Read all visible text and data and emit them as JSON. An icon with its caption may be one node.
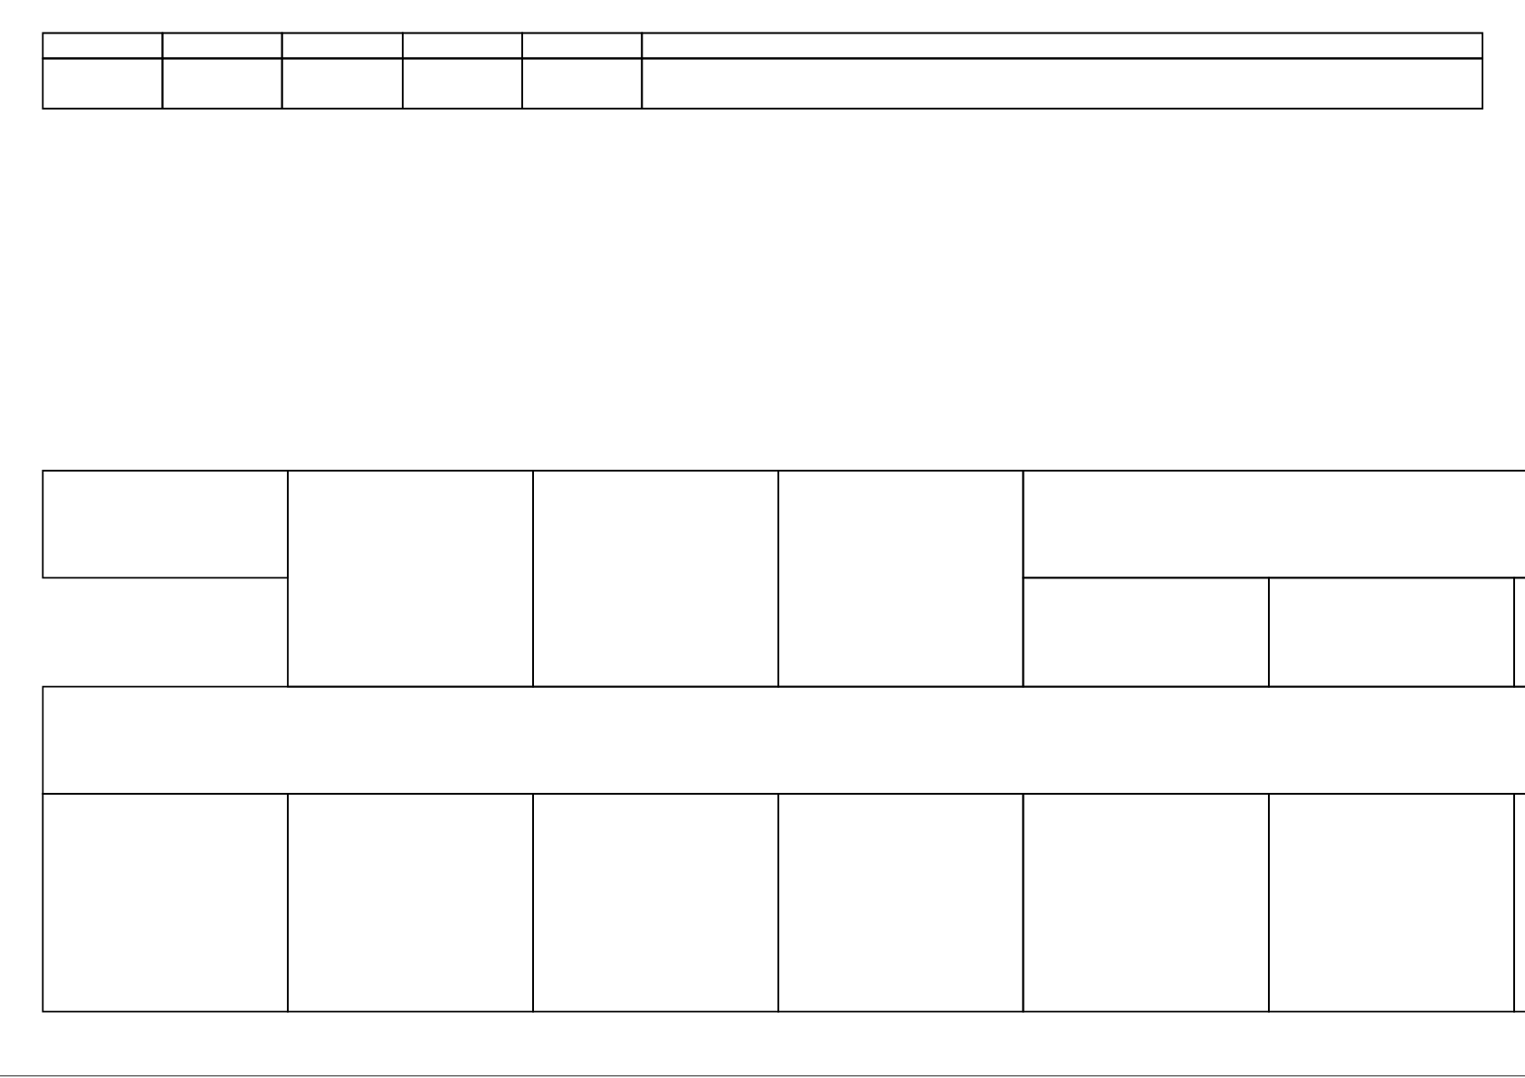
{
  "diagram": {
    "nodes": [
      {
        "text": [],
        "shape": "box"
      },
      {
        "text": [],
        "shape": "box"
      },
      {
        "text": [],
        "shape": "box"
      },
      {
        "text": [],
        "shape": "box"
      },
      {
        "text": [],
        "shape": "box"
      },
      {
        "text": [],
        "shape": "box"
      },
      {
        "text": [],
        "shape": "box"
      },
      {
        "text": [],
        "shape": "box"
      },
      {
        "text": [],
        "shape": "box"
      },
      {
        "text": [],
        "shape": "box"
      },
      {
        "text": [],
        "shape": "box"
      },
      {
        "text": [],
        "shape": "box"
      },
      {
        "text": [],
        "shape": "box"
      },
      {
        "text": [],
        "shape": "box"
      },
      {
        "text": [],
        "shape": "box"
      },
      {
        "text": [],
        "shape": "box"
      },
      {
        "text": [],
        "shape": "box"
      },
      {
        "text": [],
        "shape": "box"
      },
      {
        "text": [],
        "shape": "box"
      },
      {
        "text": [],
        "shape": "box"
      },
      {
        "text": [],
        "shape": "box"
      },
      {
        "text": [],
        "shape": "box"
      },
      {
        "text": [],
        "shape": "box"
      },
      {
        "text": [],
        "shape": "box"
      },
      {
        "text": [],
        "shape": "box"
      },
      {
        "text": [],
        "shape": "box"
      },
      {
        "text": [],
        "shape": "box"
      },
      {
        "text": [],
        "shape": "box"
      }
    ]
  }
}
